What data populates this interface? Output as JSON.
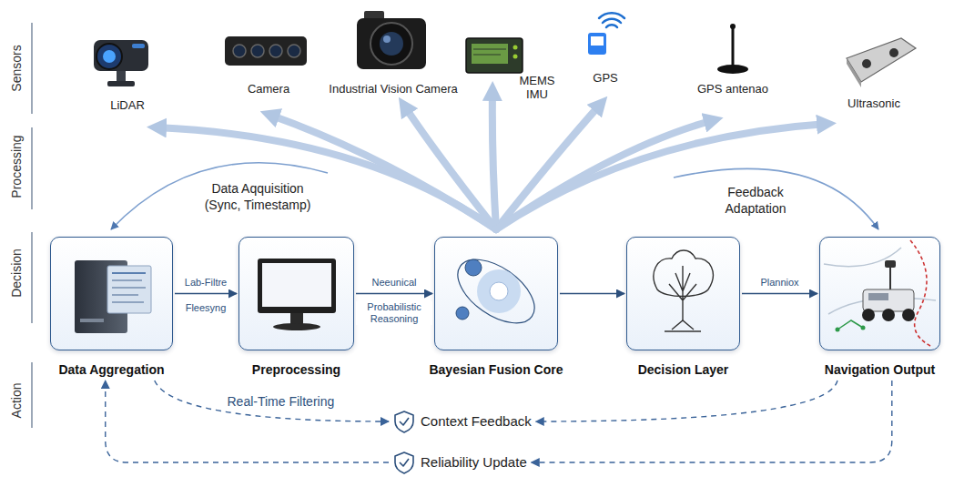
{
  "diagram": {
    "nodes": [
      {
        "text": [
          "Data Aggregation"
        ]
      },
      {
        "text": [
          "Preprocessing"
        ]
      },
      {
        "text": [
          "Bayesian Fusion Core"
        ]
      },
      {
        "text": [
          "Decision Layer"
        ]
      },
      {
        "text": [
          "Navigation Output"
        ]
      },
      {
        "text": [
          "Context Feedback"
        ]
      },
      {
        "text": [
          "Reliability Update"
        ]
      }
    ],
    "edges": [
      {
        "from": 0,
        "to": 1,
        "label": "Lab-Filtre",
        "arrow": "to"
      },
      {
        "from": 1,
        "to": 2,
        "label": "Neeunical",
        "arrow": "to"
      },
      {
        "from": 2,
        "to": 3,
        "arrow": "to"
      },
      {
        "from": 3,
        "to": 4,
        "label": "Planniox",
        "arrow": "to"
      },
      {
        "from": 0,
        "to": 5,
        "label": "Real-Time Filtering",
        "arrow": "to"
      },
      {
        "from": 4,
        "to": 5,
        "arrow": "to"
      },
      {
        "from": 6,
        "to": 0,
        "arrow": "to"
      },
      {
        "from": 4,
        "to": 6,
        "arrow": "to"
      }
    ],
    "labels": [
      "Sensors",
      "Processing",
      "Decision",
      "Action",
      "LiDAR",
      "Camera",
      "Industrial Vision Camera",
      "MEMS IMU",
      "GPS",
      "GPS antenao",
      "Ultrasonic",
      "Data Aqquisition (Sync, Timestamp)",
      "Feedback Adaptation",
      "Fleesyng",
      "Probabilistic Reasoning"
    ]
  }
}
